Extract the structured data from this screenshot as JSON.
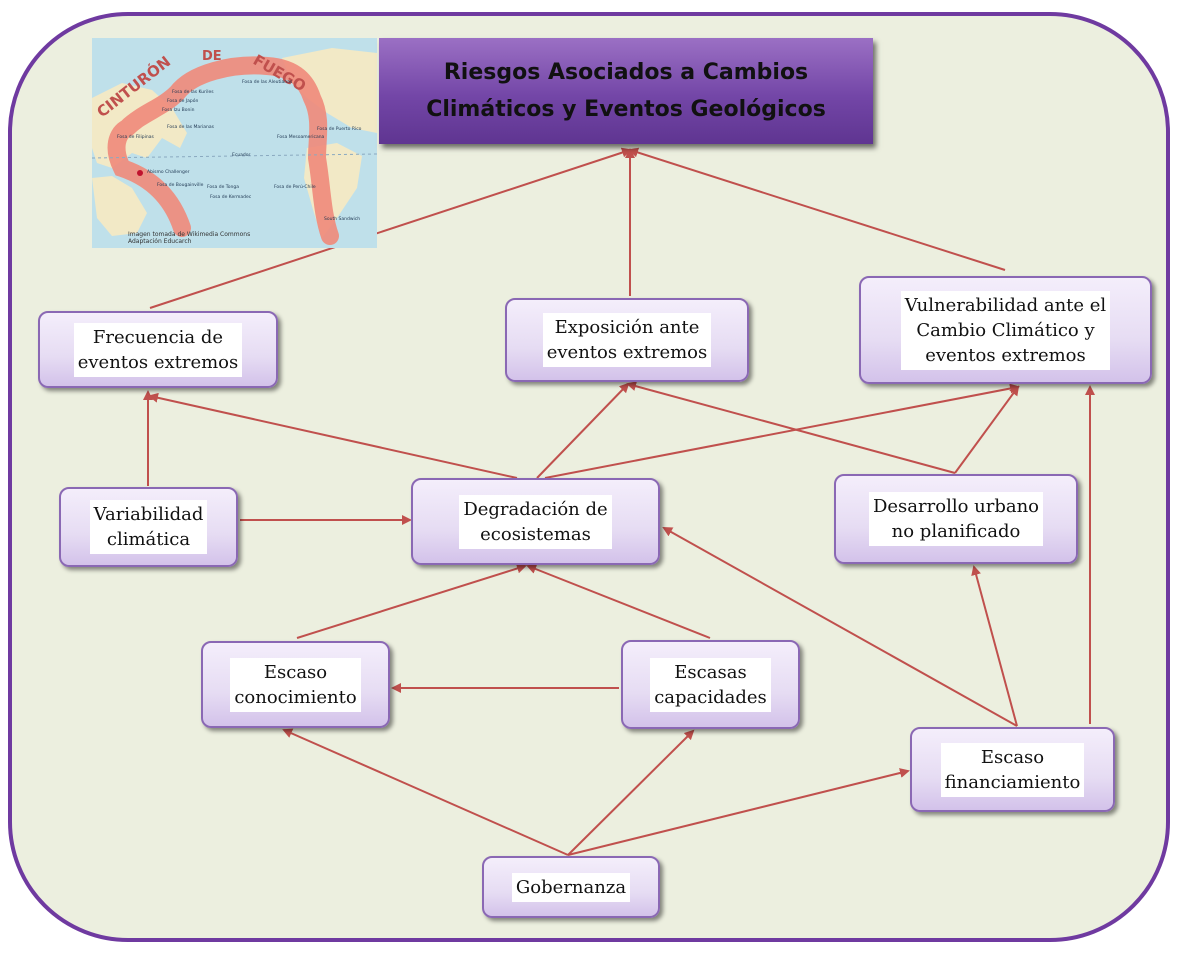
{
  "title": {
    "text": "Riesgos Asociados a Cambios\nClimáticos y Eventos Geológicos"
  },
  "map": {
    "arc_left": "CINTURÓN",
    "arc_mid": "DE",
    "arc_right": "FUEGO",
    "credit_line1": "Imagen tomada de Wikimedia Commons",
    "credit_line2": "Adaptación Educarch",
    "labels": [
      "Fosa de las Aleutianas",
      "Fosa de las Kuriles",
      "Fosa de Japón",
      "Fosa Izu Bonin",
      "Fosa de las Marianas",
      "Fosa de Filipinas",
      "Abismo Challenger",
      "Fosa de Bougainville",
      "Ecuador",
      "Fosa de Tonga",
      "Fosa de Kermadec",
      "Fosa Mesoamericana",
      "Fosa de Puerto Rico",
      "Fosa de Perú-Chile",
      "South Sandwich"
    ]
  },
  "nodes": {
    "frecuencia": "Frecuencia de\neventos extremos",
    "exposicion": "Exposición ante\neventos extremos",
    "vulnerabilidad": "Vulnerabilidad ante el\nCambio Climático y\neventos extremos",
    "variabilidad": "Variabilidad\nclimática",
    "degradacion": "Degradación de\necosistemas",
    "desarrollo": "Desarrollo urbano\nno planificado",
    "conocimiento": "Escaso\nconocimiento",
    "capacidades": "Escasas\ncapacidades",
    "financiamiento": "Escaso\nfinanciamiento",
    "gobernanza": "Gobernanza"
  },
  "edges": [
    {
      "from": "frecuencia",
      "to": "title"
    },
    {
      "from": "exposicion",
      "to": "title"
    },
    {
      "from": "vulnerabilidad",
      "to": "title"
    },
    {
      "from": "variabilidad",
      "to": "frecuencia"
    },
    {
      "from": "variabilidad",
      "to": "degradacion"
    },
    {
      "from": "degradacion",
      "to": "frecuencia"
    },
    {
      "from": "degradacion",
      "to": "exposicion"
    },
    {
      "from": "degradacion",
      "to": "vulnerabilidad"
    },
    {
      "from": "desarrollo",
      "to": "exposicion"
    },
    {
      "from": "desarrollo",
      "to": "vulnerabilidad"
    },
    {
      "from": "conocimiento",
      "to": "degradacion"
    },
    {
      "from": "capacidades",
      "to": "degradacion"
    },
    {
      "from": "capacidades",
      "to": "conocimiento"
    },
    {
      "from": "financiamiento",
      "to": "degradacion"
    },
    {
      "from": "financiamiento",
      "to": "desarrollo"
    },
    {
      "from": "financiamiento",
      "to": "vulnerabilidad"
    },
    {
      "from": "gobernanza",
      "to": "conocimiento"
    },
    {
      "from": "gobernanza",
      "to": "capacidades"
    },
    {
      "from": "gobernanza",
      "to": "financiamiento"
    }
  ],
  "colors": {
    "frame": "#6f3aa0",
    "background": "#ecefdf",
    "arrow": "#c0504d",
    "title_fill": "#7346a7",
    "node_fill": "#e6dcf3",
    "node_border": "#8a68b4"
  }
}
